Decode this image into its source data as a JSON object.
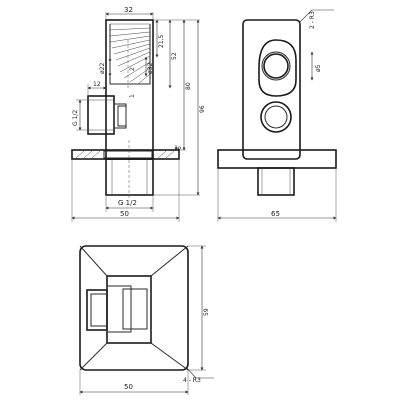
{
  "side_view": {
    "dim_top": "32",
    "dim_21_5": "21,5",
    "dim_52": "52",
    "dim_80": "80",
    "dim_96": "96",
    "dim_d32": "ø32",
    "dim_d22": "ø22",
    "dim_12": "12",
    "dim_g12_side": "G 1/2",
    "dim_6": "6",
    "dim_g12_bottom": "G 1/2",
    "dim_50": "50",
    "dim_2": "2",
    "dim_1": "1"
  },
  "front_view": {
    "dim_r3": "2 - R3",
    "dim_d5": "ø5",
    "dim_65": "65"
  },
  "plan_view": {
    "dim_59": "59",
    "dim_50": "50",
    "dim_4r3": "4 - R3"
  }
}
